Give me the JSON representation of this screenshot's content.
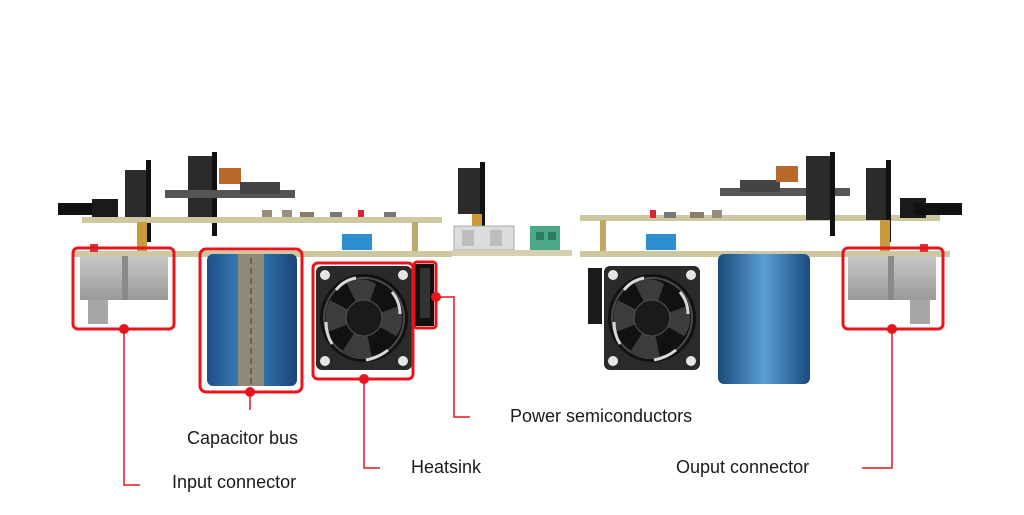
{
  "labels": {
    "capacitor_bus": "Capacitor bus",
    "input_connector": "Input connector",
    "heatsink": "Heatsink",
    "power_semiconductors": "Power semiconductors",
    "output_connector": "Ouput connector"
  },
  "colors": {
    "callout": "#e8141c",
    "pcb": "#c9c19a",
    "capacitor": "#2f6ca8",
    "fan": "#222222",
    "connector": "#a9a9a9"
  }
}
